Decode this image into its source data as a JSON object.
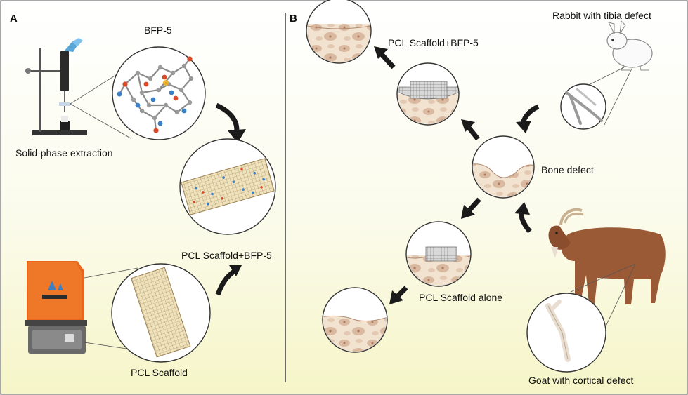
{
  "figure": {
    "background_top": "#ffffff",
    "background_bottom": "#f6f5c8",
    "border_color": "#8c8c8c",
    "bone_fill": "#f0e0cc",
    "bone_spot": "#c9a58a",
    "scaffold_color": "#c9b27a",
    "arrow_color": "#1a1a1a"
  },
  "panel_a": {
    "letter": "A",
    "molecule_label": "BFP-5",
    "extraction_label": "Solid-phase extraction",
    "composite_label": "PCL Scaffold+BFP-5",
    "scaffold_label": "PCL Scaffold"
  },
  "panel_b": {
    "letter": "B",
    "treated_label": "PCL Scaffold+BFP-5",
    "rabbit_label": "Rabbit with tibia defect",
    "defect_label": "Bone defect",
    "alone_label": "PCL Scaffold alone",
    "goat_label": "Goat with cortical defect"
  }
}
